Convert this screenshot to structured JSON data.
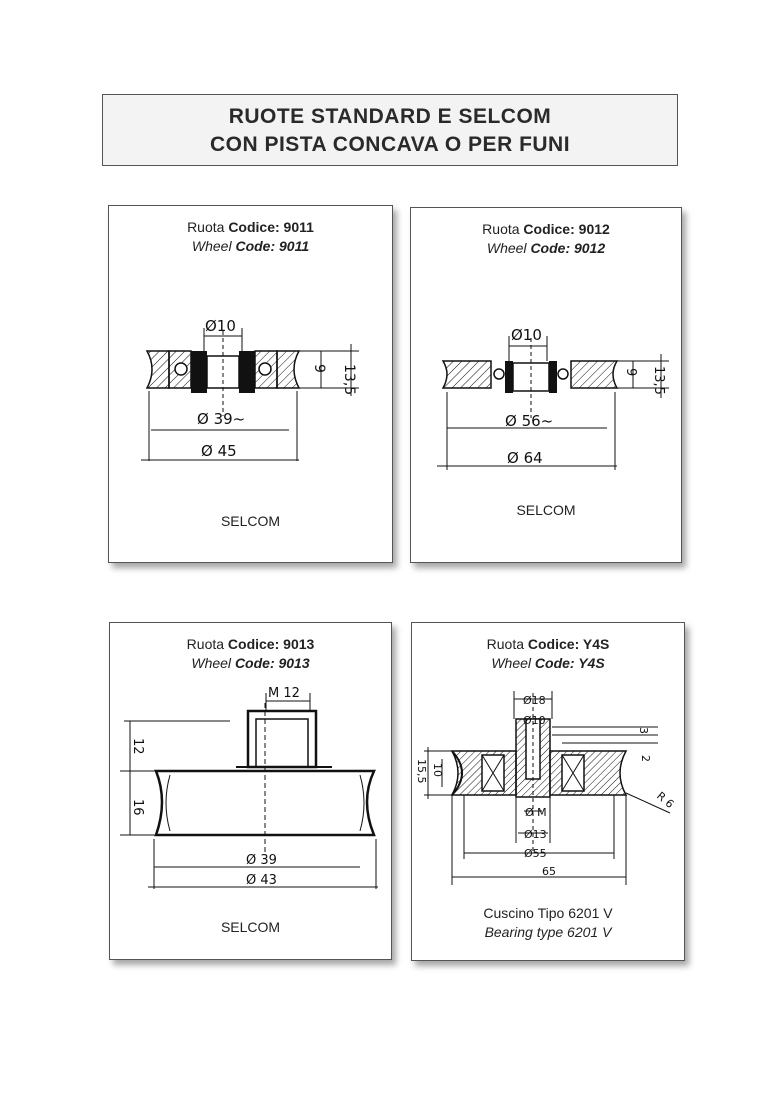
{
  "title": {
    "line1": "RUOTE STANDARD E SELCOM",
    "line2": "CON PISTA CONCAVA O PER FUNI"
  },
  "cards": [
    {
      "ruota": "Ruota ",
      "codice_label": "Codice:",
      "codice": " 9011",
      "wheel": "Wheel ",
      "wheel_code": "Code: 9011",
      "footer": "SELCOM",
      "dims": {
        "bore": "Ø10",
        "inner": "Ø 39~",
        "outer": "Ø 45",
        "h1": "9",
        "h2": "13,5"
      }
    },
    {
      "ruota": "Ruota ",
      "codice_label": "Codice:",
      "codice": " 9012",
      "wheel": "Wheel ",
      "wheel_code": "Code: 9012",
      "footer": "SELCOM",
      "dims": {
        "bore": "Ø10",
        "inner": "Ø 56~",
        "outer": "Ø 64",
        "h1": "9",
        "h2": "13,5"
      }
    },
    {
      "ruota": "Ruota ",
      "codice_label": "Codice:",
      "codice": " 9013",
      "wheel": "Wheel ",
      "wheel_code": "Code: 9013",
      "footer": "SELCOM",
      "dims": {
        "thread": "M 12",
        "inner": "Ø 39",
        "outer": "Ø 43",
        "h1": "12",
        "h2": "16"
      }
    },
    {
      "ruota": "Ruota ",
      "codice_label": "Codice:",
      "codice": " Y4S",
      "wheel": "Wheel ",
      "wheel_code": "Code: Y4S",
      "footer_line1": "Cuscino Tipo 6201 V",
      "footer_line2": "Bearing type 6201 V",
      "dims": {
        "d18": "Ø18",
        "d10": "Ø10",
        "dm": "Ø M",
        "d13": "Ø13",
        "d55": "Ø55",
        "w65": "65",
        "h15": "15,5",
        "h10": "10",
        "v3": "3",
        "v2": "2",
        "r6": "R 6"
      }
    }
  ]
}
